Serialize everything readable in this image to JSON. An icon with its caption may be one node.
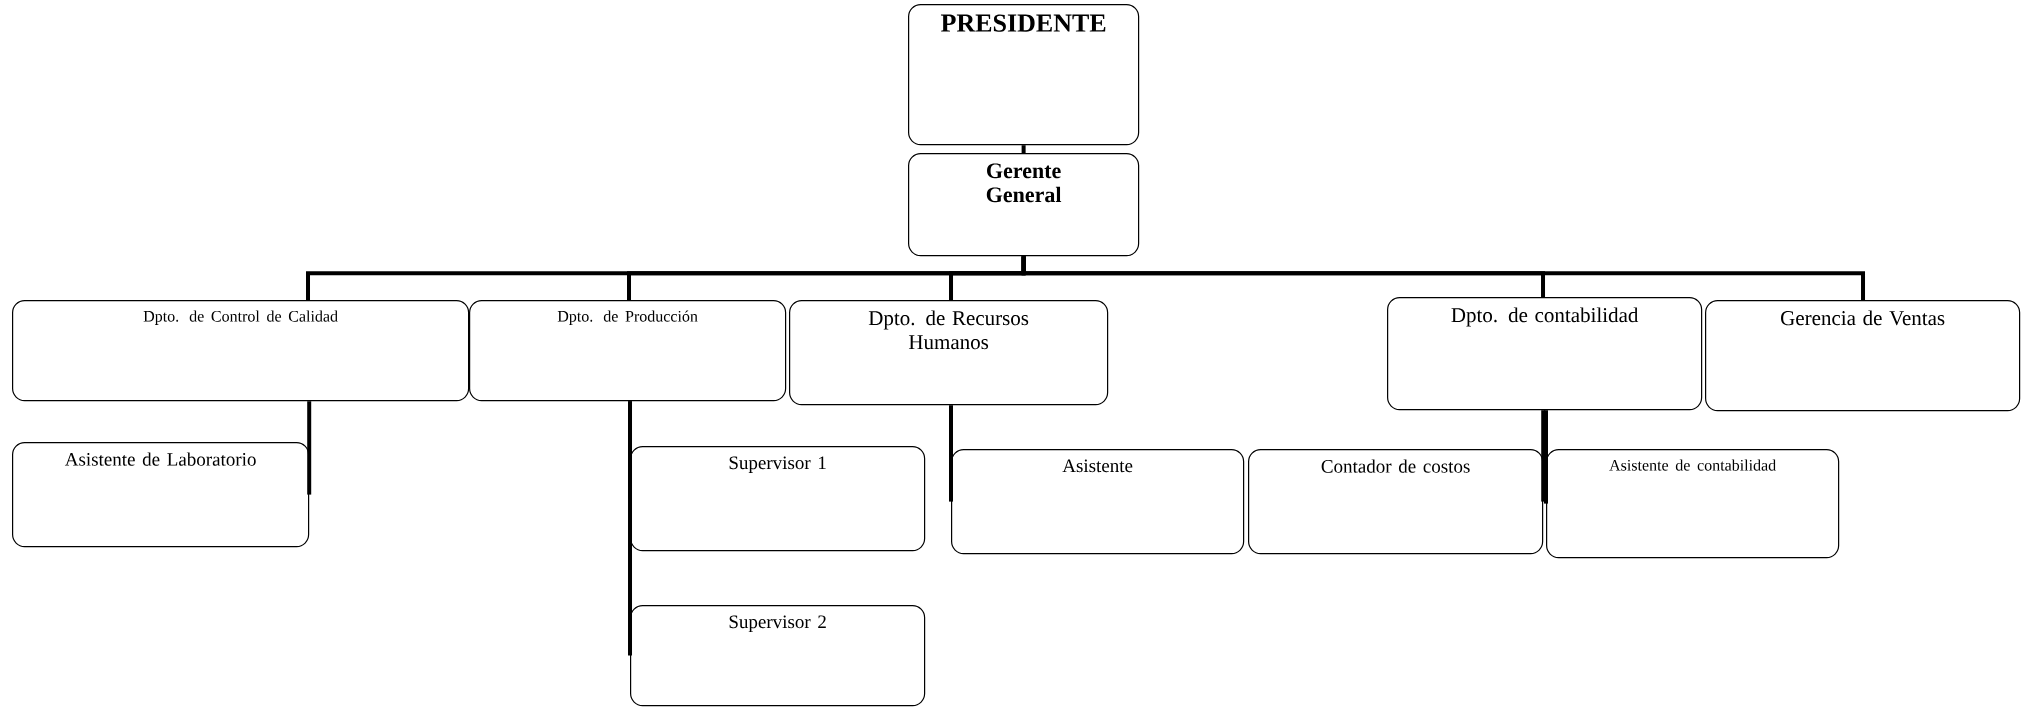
{
  "diagram": {
    "nodes": [
      {
        "text": [
          "PRESIDENTE"
        ]
      },
      {
        "text": [
          "Gerente General"
        ]
      },
      {
        "text": [
          "Dpto.  de Control  de Calidad"
        ]
      },
      {
        "text": [
          "Dpto. de Producción"
        ]
      },
      {
        "text": [
          "Dpto. de Recursos Humanos"
        ]
      },
      {
        "text": [
          "Dpto. de contabilidad"
        ]
      },
      {
        "text": [
          "Gerencia de Ventas"
        ]
      },
      {
        "text": [
          "Asistente de Laboratorio"
        ]
      },
      {
        "text": [
          "Supervisor 1"
        ]
      },
      {
        "text": [
          "Supervisor 2"
        ]
      },
      {
        "text": [
          "Asistente"
        ]
      },
      {
        "text": [
          "Contador de costos"
        ]
      },
      {
        "text": [
          "Asistente de contabilidad"
        ]
      }
    ],
    "edges": [
      {
        "from": 0,
        "to": 1,
        "arrow": "none"
      },
      {
        "from": 1,
        "to": 2,
        "arrow": "none"
      },
      {
        "from": 1,
        "to": 3,
        "arrow": "none"
      },
      {
        "from": 1,
        "to": 4,
        "arrow": "none"
      },
      {
        "from": 1,
        "to": 5,
        "arrow": "none"
      },
      {
        "from": 1,
        "to": 6,
        "arrow": "none"
      },
      {
        "from": 2,
        "to": 7,
        "arrow": "none"
      },
      {
        "from": 3,
        "to": 8,
        "arrow": "none"
      },
      {
        "from": 3,
        "to": 9,
        "arrow": "none"
      },
      {
        "from": 4,
        "to": 10,
        "arrow": "none"
      },
      {
        "from": 5,
        "to": 11,
        "arrow": "none"
      },
      {
        "from": 5,
        "to": 12,
        "arrow": "none"
      }
    ]
  }
}
